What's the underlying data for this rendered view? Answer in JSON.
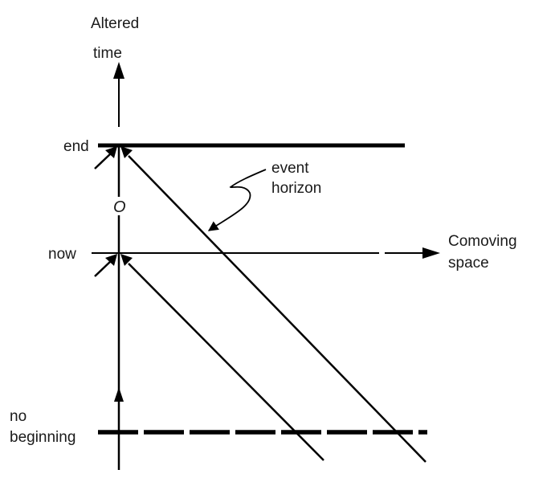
{
  "diagram": {
    "type": "spacetime-diagram",
    "axes": {
      "vertical": {
        "label_line1": "Altered",
        "label_line2": "time"
      },
      "horizontal": {
        "label_line1": "Comoving",
        "label_line2": "space"
      }
    },
    "levels": [
      {
        "id": "end",
        "label": "end",
        "style": "thick-solid"
      },
      {
        "id": "now",
        "label": "now",
        "style": "thin-solid"
      },
      {
        "id": "no-beginning",
        "label_line1": "no",
        "label_line2": "beginning",
        "style": "thick-dashed"
      }
    ],
    "observer": {
      "label": "O"
    },
    "annotations": [
      {
        "id": "event-horizon",
        "label_line1": "event",
        "label_line2": "horizon"
      }
    ],
    "colors": {
      "ink": "#000000",
      "background": "#ffffff"
    }
  }
}
